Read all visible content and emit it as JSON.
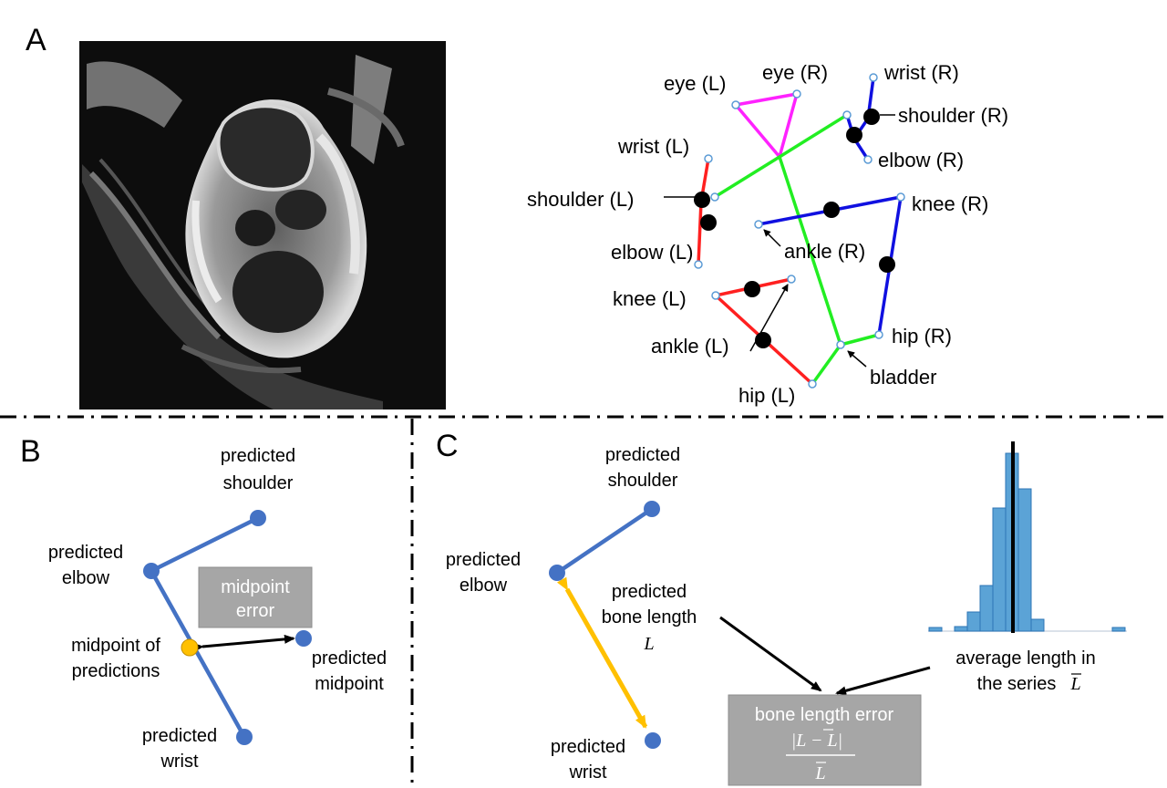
{
  "panels": {
    "a": "A",
    "b": "B",
    "c": "C"
  },
  "skeleton": {
    "eye_l": "eye (L)",
    "eye_r": "eye (R)",
    "wrist_r": "wrist (R)",
    "shoulder_r": "shoulder (R)",
    "elbow_r": "elbow (R)",
    "wrist_l": "wrist (L)",
    "shoulder_l": "shoulder (L)",
    "elbow_l": "elbow (L)",
    "knee_r": "knee (R)",
    "ankle_r": "ankle (R)",
    "knee_l": "knee (L)",
    "ankle_l": "ankle (L)",
    "hip_r": "hip (R)",
    "hip_l": "hip (L)",
    "bladder": "bladder",
    "colors": {
      "left": "#ff2020",
      "right": "#1010e0",
      "head": "#ff22ff",
      "spine": "#22ee22"
    }
  },
  "panel_b": {
    "shoulder": [
      "predicted",
      "shoulder"
    ],
    "elbow": [
      "predicted",
      "elbow"
    ],
    "midpoint_pred": [
      "midpoint of",
      "predictions"
    ],
    "predicted_midpoint": [
      "predicted",
      "midpoint"
    ],
    "wrist": [
      "predicted",
      "wrist"
    ],
    "error_box": [
      "midpoint",
      "error"
    ]
  },
  "panel_c": {
    "shoulder": [
      "predicted",
      "shoulder"
    ],
    "elbow": [
      "predicted",
      "elbow"
    ],
    "bone_length": [
      "predicted",
      "bone length"
    ],
    "L": "L",
    "wrist": [
      "predicted",
      "wrist"
    ],
    "avg": [
      "average length in",
      "the series"
    ],
    "Lbar": "L",
    "error_box": "bone length error",
    "formula_num": "|L  − L|",
    "formula_den": "L",
    "colors": {
      "bone": "#4472c4",
      "accent": "#ffc000",
      "box": "#a6a6a6",
      "hist": "#5ba3d6"
    }
  }
}
